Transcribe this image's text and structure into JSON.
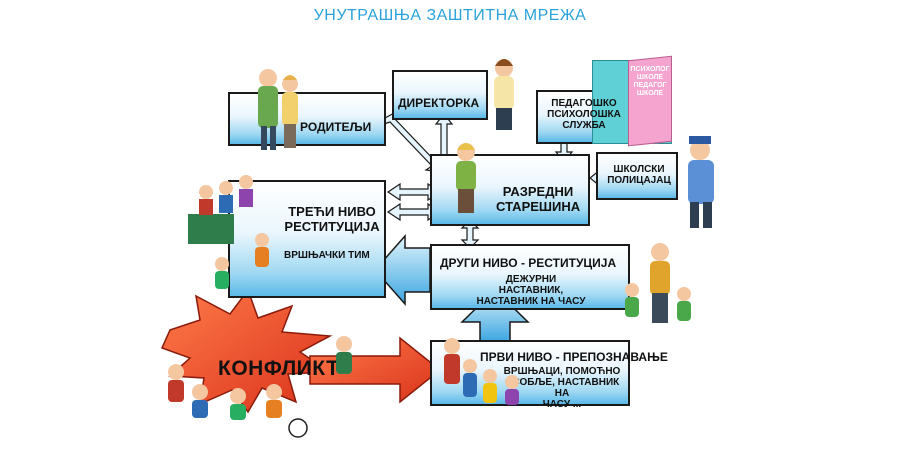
{
  "title": "УНУТРАШЊА ЗАШТИТНА МРЕЖА",
  "nodes": {
    "roditelji": "РОДИТЕЉИ",
    "direktorka": "ДИРЕКТОРКА",
    "ppsluzba": [
      "ПЕДАГОШКО",
      "ПСИХОЛОШКА",
      "СЛУЖБА"
    ],
    "policajac": [
      "ШКОЛСКИ",
      "ПОЛИЦАЈАЦ"
    ],
    "razredni": [
      "РАЗРЕДНИ",
      "СТАРЕШИНА"
    ],
    "treci": {
      "title": [
        "ТРЕЋИ НИВО",
        "РЕСТИТУЦИЈА"
      ],
      "sub": "ВРШЊАЧКИ ТИМ"
    },
    "drugi": {
      "title": "ДРУГИ НИВО - РЕСТИТУЦИЈА",
      "sub": [
        "ДЕЖУРНИ НАСТАВНИК,",
        "НАСТАВНИК НА ЧАСУ"
      ]
    },
    "prvi": {
      "title": "ПРВИ НИВО - ПРЕПОЗНАВАЊЕ",
      "sub": [
        "ВРШЊАЦИ, ПОМОЋНО",
        "ОСОБЉЕ, НАСТАВНИК НА",
        "ЧАСУ ..."
      ]
    },
    "konflikt": "КОНФЛИКТ"
  },
  "door_sign": [
    "ПСИХОЛОГ",
    "ШКОЛЕ",
    "ПЕДАГОГ",
    "ШКОЛЕ"
  ],
  "colors": {
    "title": "#2aa3dc",
    "box_gradient_end": "#5bb9e8",
    "arrow_fill": "#3ba6e0",
    "burst_fill": "#f05a3a",
    "door": "#5fd1d6",
    "door_panel": "#f5a3cf"
  }
}
